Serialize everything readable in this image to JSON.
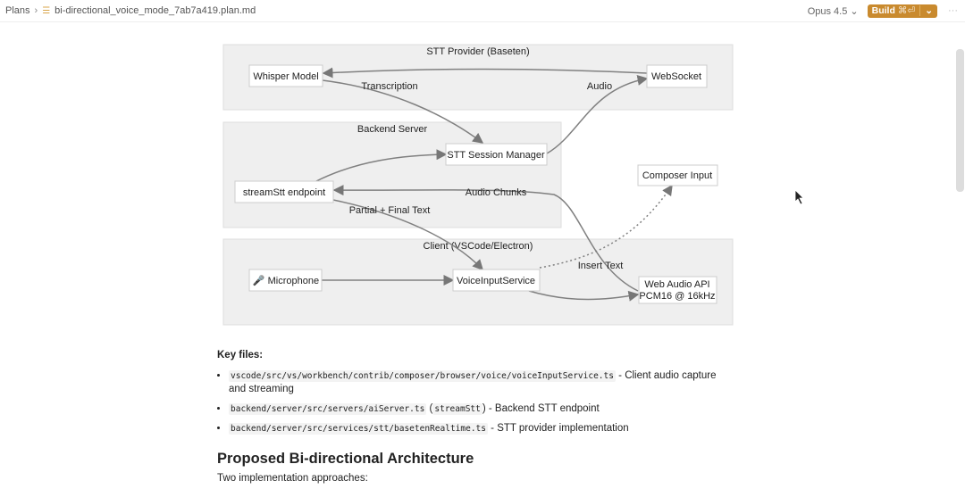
{
  "header": {
    "breadcrumb_root": "Plans",
    "file_name": "bi-directional_voice_mode_7ab7a419.plan.md",
    "model": "Opus 4.5",
    "build_label": "Build",
    "build_shortcut": "⌘⏎"
  },
  "diagram": {
    "groups": {
      "stt": "STT Provider (Baseten)",
      "backend": "Backend Server",
      "client": "Client (VSCode/Electron)"
    },
    "nodes": {
      "whisper": "Whisper Model",
      "websocket": "WebSocket",
      "session": "STT Session Manager",
      "endpoint": "streamStt endpoint",
      "composer": "Composer Input",
      "mic": "🎤 Microphone",
      "voice": "VoiceInputService",
      "webaudio1": "Web Audio API",
      "webaudio2": "PCM16 @ 16kHz"
    },
    "edges": {
      "transcription": "Transcription",
      "audio": "Audio",
      "chunks": "Audio Chunks",
      "partial": "Partial + Final Text",
      "insert": "Insert Text"
    }
  },
  "key_files": {
    "title": "Key files:",
    "items": [
      {
        "path": "vscode/src/vs/workbench/contrib/composer/browser/voice/voiceInputService.ts",
        "extra": "",
        "desc": " - Client audio capture and streaming"
      },
      {
        "path": "backend/server/src/servers/aiServer.ts",
        "extra": "streamStt",
        "desc": " - Backend STT endpoint"
      },
      {
        "path": "backend/server/src/services/stt/basetenRealtime.ts",
        "extra": "",
        "desc": " - STT provider implementation"
      }
    ]
  },
  "section": {
    "title": "Proposed Bi-directional Architecture",
    "intro": "Two implementation approaches:"
  }
}
